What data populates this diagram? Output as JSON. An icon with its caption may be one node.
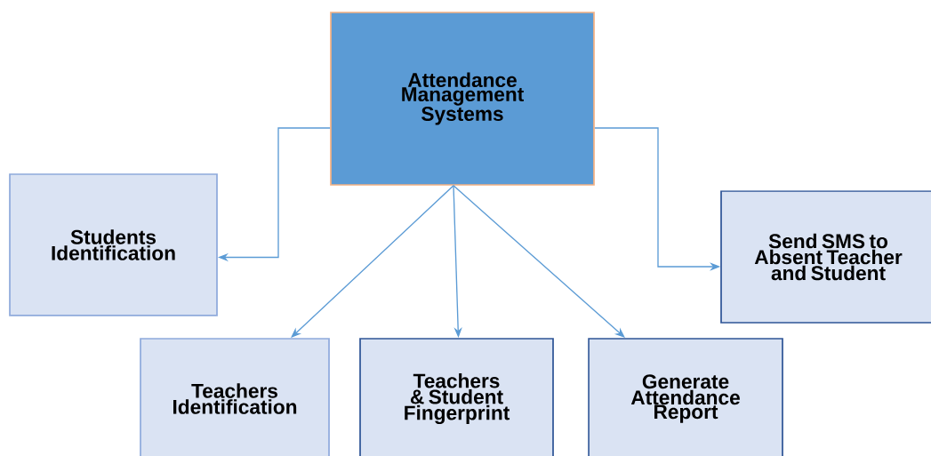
{
  "diagram": {
    "nodes": [
      {
        "text": [
          "Attendance Management Systems"
        ]
      },
      {
        "text": [
          "Students Identification"
        ]
      },
      {
        "text": [
          "Send SMS to Absent Teacher and Student"
        ]
      },
      {
        "text": [
          "Teachers Identification"
        ]
      },
      {
        "text": [
          "Teachers & Student Fingerprint"
        ]
      },
      {
        "text": [
          "Generate Attendance Report"
        ]
      }
    ],
    "edges": [
      {
        "from": 0,
        "to": 1,
        "arrow": "to"
      },
      {
        "from": 0,
        "to": 2,
        "arrow": "to"
      },
      {
        "from": 0,
        "to": 3,
        "arrow": "to"
      },
      {
        "from": 0,
        "to": 4,
        "arrow": "to"
      },
      {
        "from": 0,
        "to": 5,
        "arrow": "to"
      }
    ]
  }
}
